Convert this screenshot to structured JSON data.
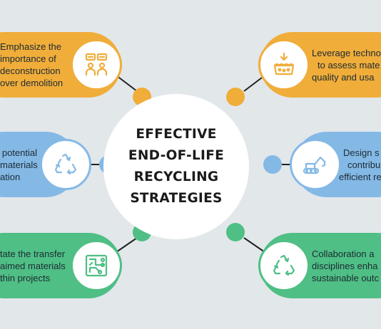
{
  "center": {
    "title_lines": [
      "EFFECTIVE",
      "END-OF-LIFE",
      "RECYCLING",
      "STRATEGIES"
    ]
  },
  "colors": {
    "orange": "#f0ad3a",
    "blue": "#84b9e6",
    "green": "#4fbf85",
    "background": "#e2e7ea",
    "line": "#222222"
  },
  "nodes": [
    {
      "id": "top-left",
      "color": "orange",
      "icon": "team-presentation-icon",
      "lines": [
        "Emphasize the",
        "importance of",
        "deconstruction",
        "over demolition"
      ]
    },
    {
      "id": "top-right",
      "color": "orange",
      "icon": "material-quality-icon",
      "lines": [
        "Leverage techno",
        "to assess mate",
        "quality and usa"
      ]
    },
    {
      "id": "middle-left",
      "color": "blue",
      "icon": "recycle-icon",
      "lines": [
        "e potential",
        "materials",
        "ation"
      ]
    },
    {
      "id": "middle-right",
      "color": "blue",
      "icon": "excavator-icon",
      "lines": [
        "Design s",
        "contribu",
        "efficient re"
      ]
    },
    {
      "id": "bottom-left",
      "color": "green",
      "icon": "circuit-board-icon",
      "lines": [
        "tate the transfer",
        "aimed materials",
        "thin projects"
      ]
    },
    {
      "id": "bottom-right",
      "color": "green",
      "icon": "recycle-icon",
      "lines": [
        "Collaboration a",
        "disciplines enha",
        "sustainable outc"
      ]
    }
  ]
}
